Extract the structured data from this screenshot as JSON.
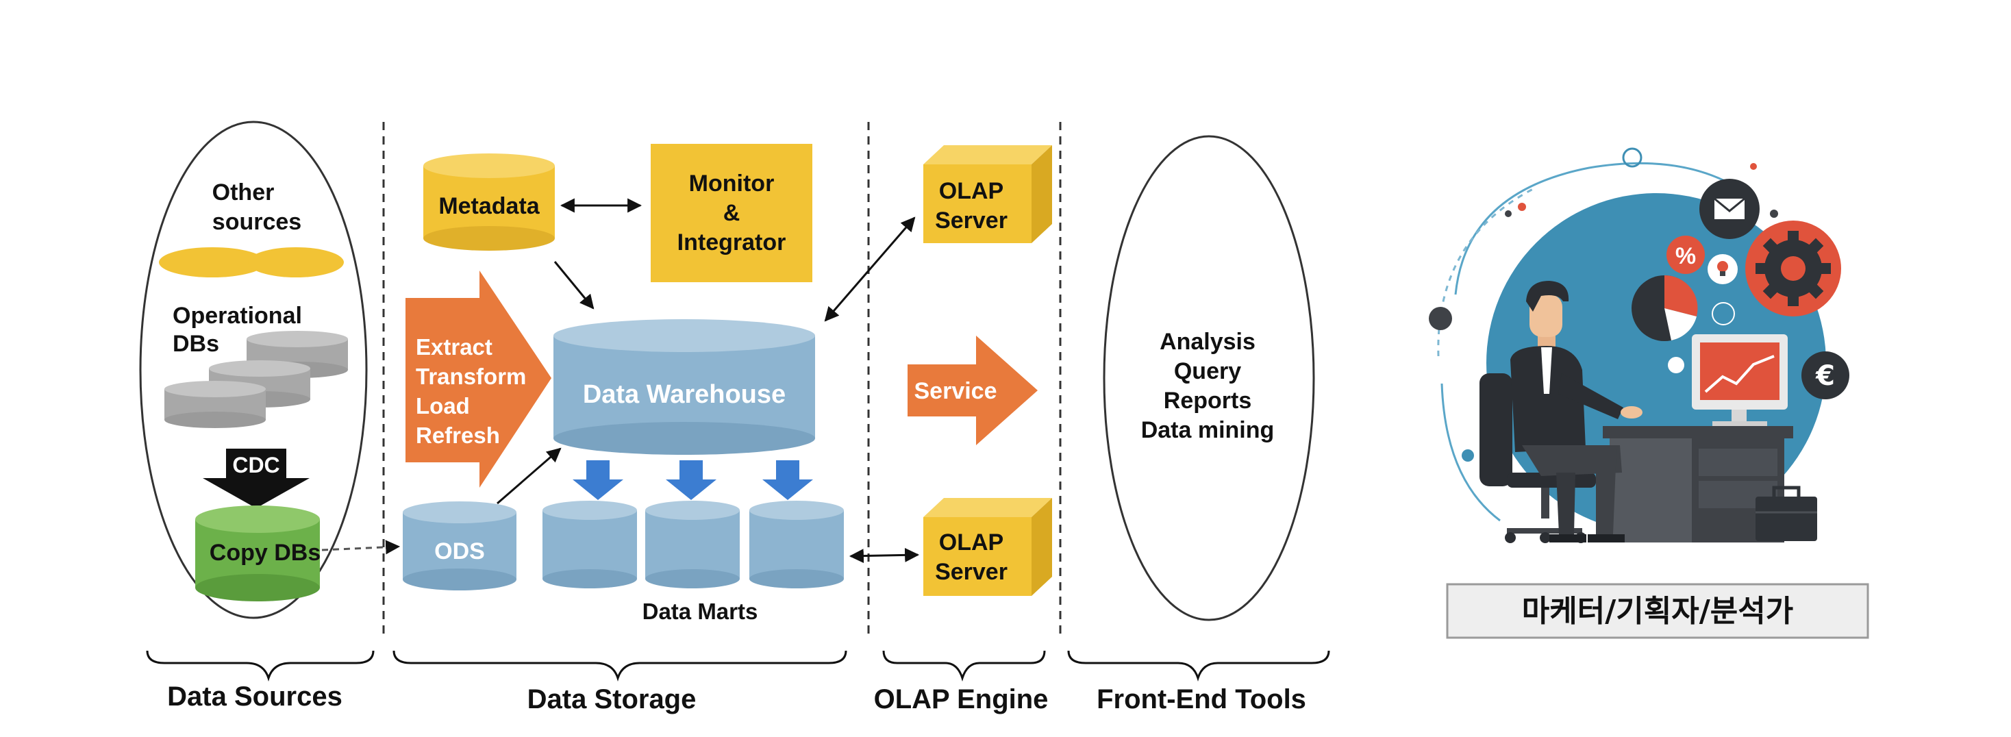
{
  "data_sources": {
    "other_sources_line1": "Other",
    "other_sources_line2": "sources",
    "operational_line1": "Operational",
    "operational_line2": "DBs",
    "cdc": "CDC",
    "copy_dbs": "Copy DBs"
  },
  "storage": {
    "metadata": "Metadata",
    "monitor_line1": "Monitor",
    "monitor_line2": "&",
    "monitor_line3": "Integrator",
    "etl_lines": [
      "Extract",
      "Transform",
      "Load",
      "Refresh"
    ],
    "warehouse": "Data Warehouse",
    "ods": "ODS",
    "data_marts": "Data Marts"
  },
  "olap": {
    "server_top_line1": "OLAP",
    "server_top_line2": "Server",
    "service": "Service",
    "server_bottom_line1": "OLAP",
    "server_bottom_line2": "Server"
  },
  "frontend": {
    "lines": [
      "Analysis",
      "Query",
      "Reports",
      "Data mining"
    ]
  },
  "sections": {
    "data_sources": "Data Sources",
    "data_storage": "Data Storage",
    "olap_engine": "OLAP Engine",
    "front_end_tools": "Front-End Tools"
  },
  "illustration": {
    "caption": "마케터/기획자/분석가",
    "percent_symbol": "%",
    "euro_symbol": "€"
  },
  "colors": {
    "yellow": "#F2C335",
    "orange": "#E87A3C",
    "blue": "#8DB4D0",
    "green": "#6CB14A",
    "gray": "#A8A8A8",
    "teal": "#3E8FB4",
    "red": "#E0533C"
  }
}
